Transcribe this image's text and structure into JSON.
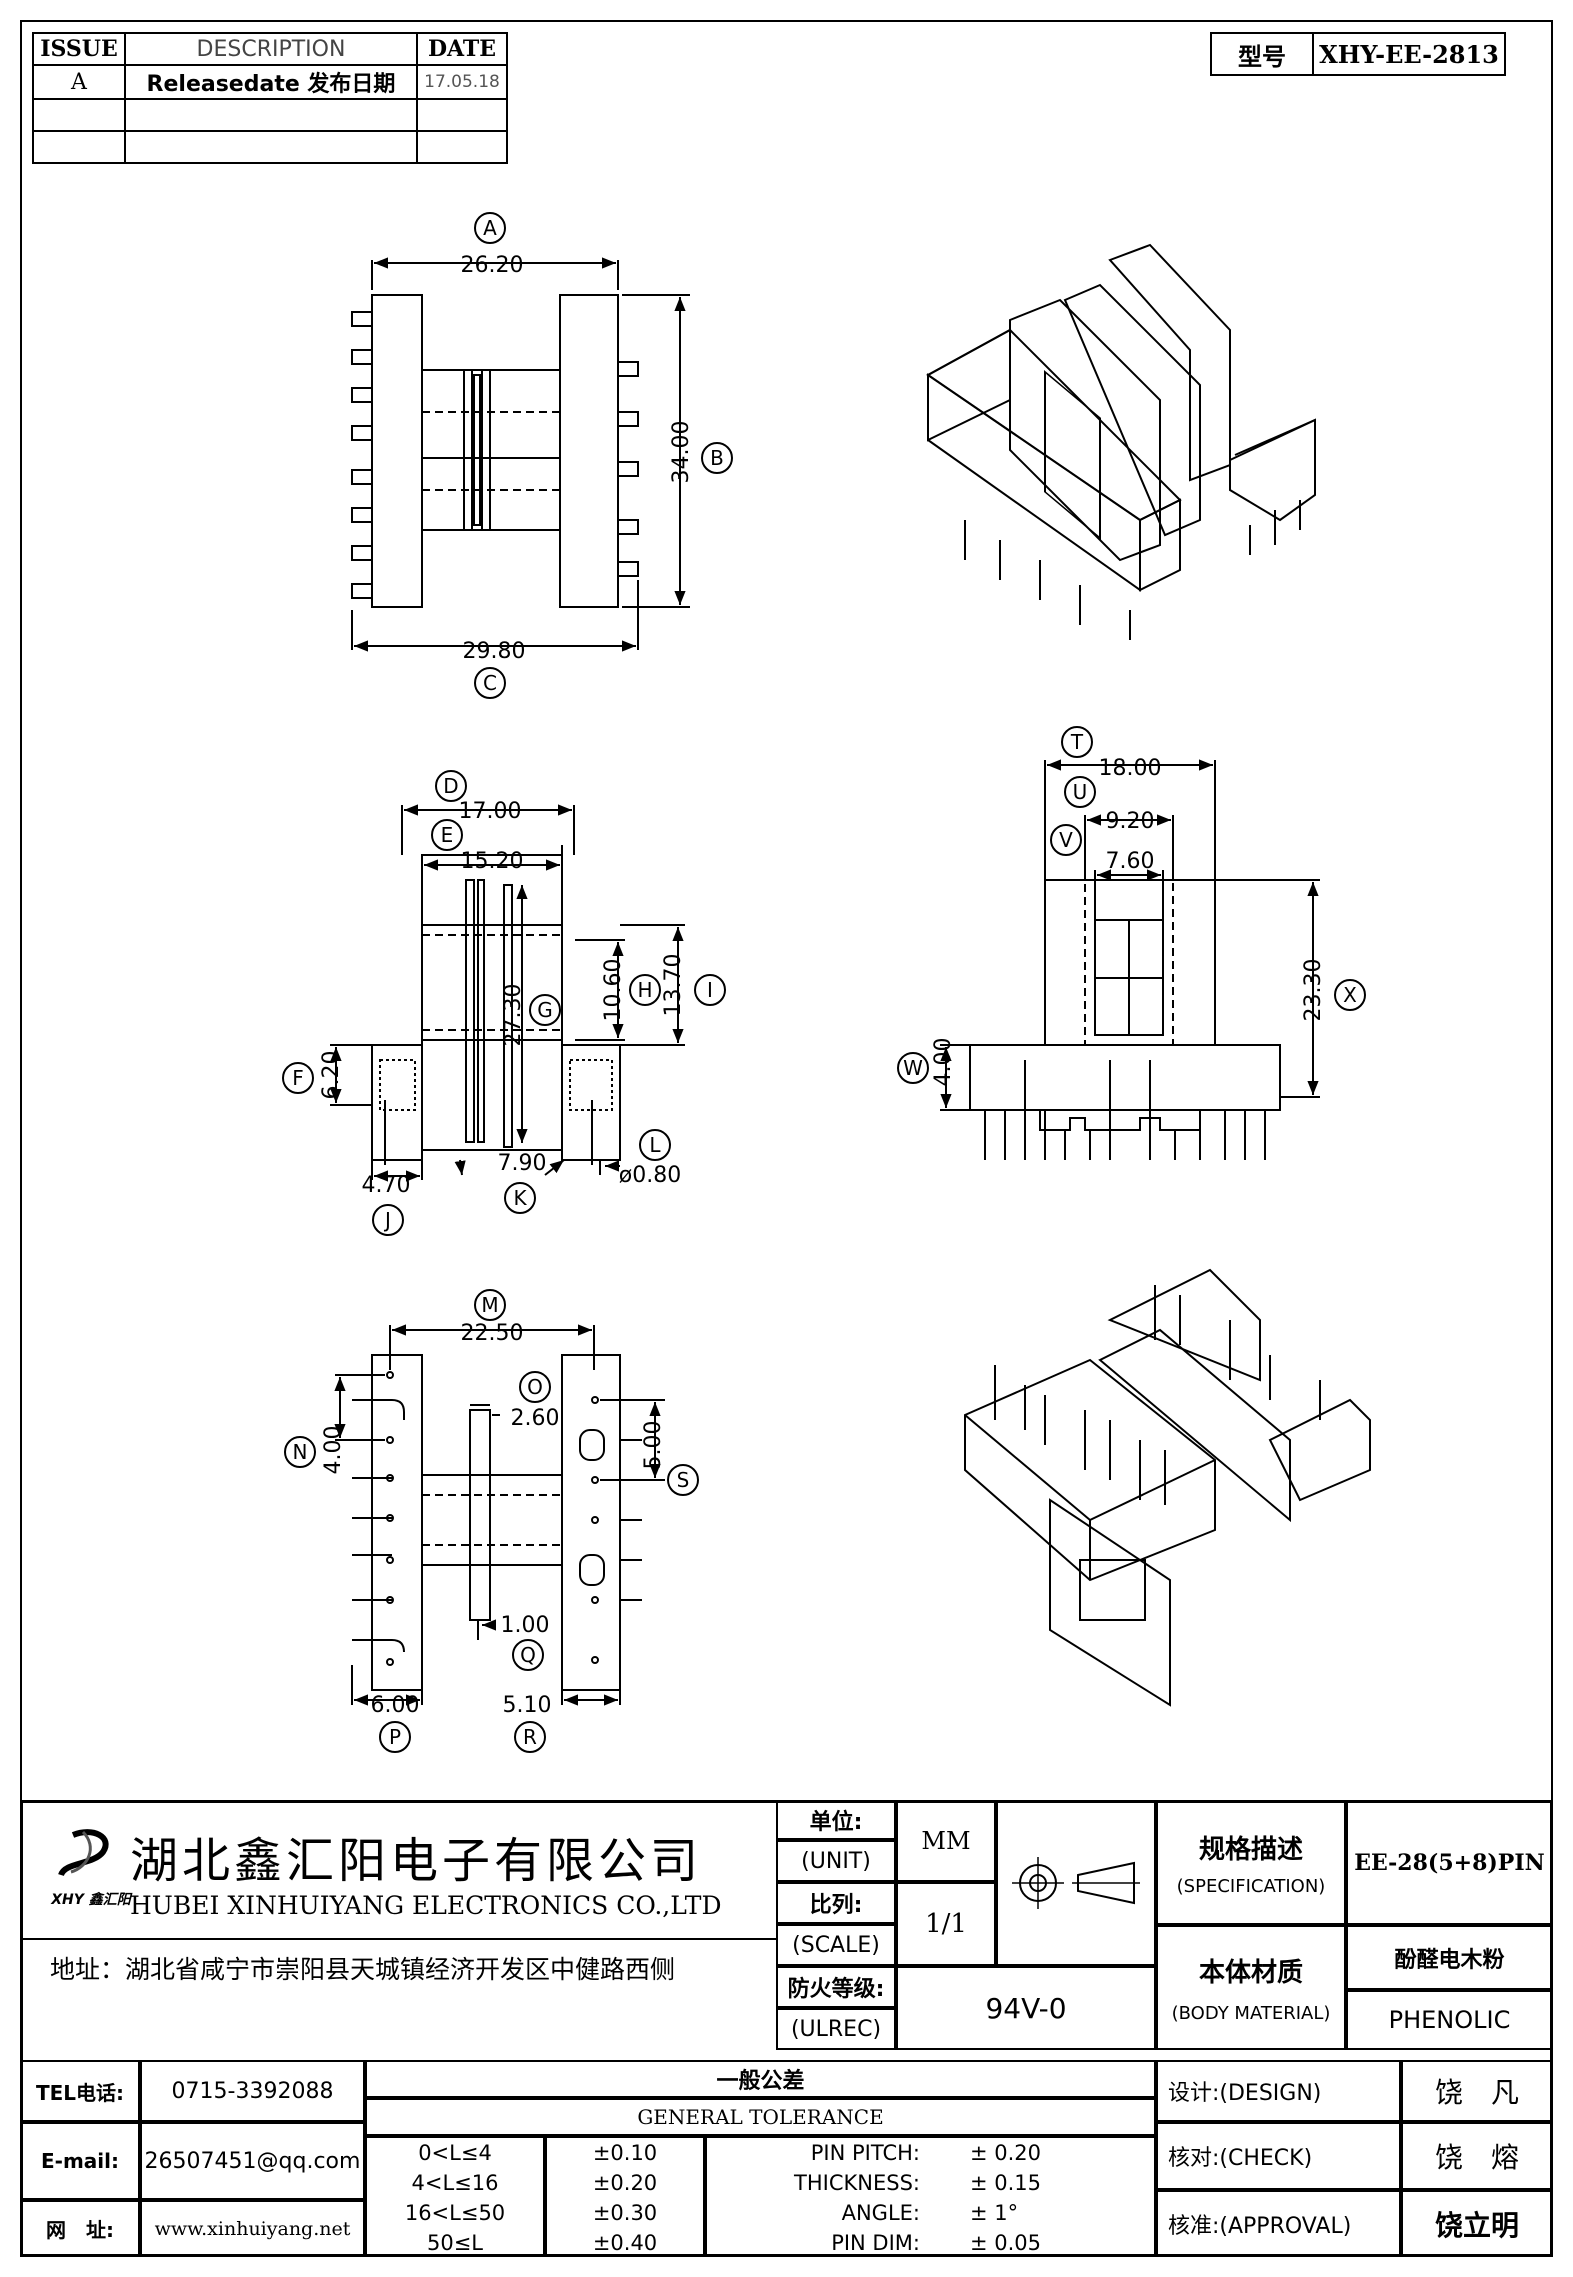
{
  "revision_table": {
    "headers": [
      "ISSUE",
      "DESCRIPTION",
      "DATE"
    ],
    "rows": [
      {
        "issue": "A",
        "description": "Releasedate 发布日期",
        "date": "17.05.18"
      },
      {
        "issue": "",
        "description": "",
        "date": ""
      },
      {
        "issue": "",
        "description": "",
        "date": ""
      }
    ]
  },
  "model": {
    "label": "型号",
    "value": "XHY-EE-2813"
  },
  "dimensions": {
    "A": "26.20",
    "B": "34.00",
    "C": "29.80",
    "D": "17.00",
    "E": "15.20",
    "F": "6.20",
    "G": "27.30",
    "H": "10.60",
    "I": "13.70",
    "J": "4.70",
    "K": "7.90",
    "L": "ø0.80",
    "T": "18.00",
    "U": "9.20",
    "V": "7.60",
    "W": "4.00",
    "X": "23.30",
    "M": "22.50",
    "N": "4.00",
    "O": "2.60",
    "P": "6.00",
    "Q": "1.00",
    "R": "5.10",
    "S": "5.00"
  },
  "title_block": {
    "company_cn": "湖北鑫汇阳电子有限公司",
    "company_en": "HUBEI XINHUIYANG ELECTRONICS CO.,LTD",
    "logo_text": "XHY 鑫汇阳",
    "address": "地址：湖北省咸宁市崇阳县天城镇经济开发区中健路西侧",
    "unit_label_cn": "单位:",
    "unit_label_en": "(UNIT)",
    "unit_value": "MM",
    "scale_label_cn": "比列:",
    "scale_label_en": "(SCALE)",
    "scale_value": "1/1",
    "fire_label_cn": "防火等级:",
    "fire_label_en": "(ULREC)",
    "fire_value": "94V-0",
    "spec_label_cn": "规格描述",
    "spec_label_en": "(SPECIFICATION)",
    "spec_value": "EE-28(5+8)PIN",
    "material_label_cn": "本体材质",
    "material_label_en": "(BODY MATERIAL)",
    "material_value_cn": "酚醛电木粉",
    "material_value_en": "PHENOLIC",
    "tel_label": "TEL电话:",
    "tel_value": "0715-3392088",
    "email_label": "E-mail:",
    "email_value": "26507451@qq.com",
    "web_label": "网　址:",
    "web_value": "www.xinhuiyang.net",
    "tolerance_title_cn": "一般公差",
    "tolerance_title_en": "GENERAL TOLERANCE",
    "tolerances": [
      {
        "range": "0<L≤4",
        "value": "±0.10",
        "item": "PIN PITCH:",
        "item_value": "± 0.20"
      },
      {
        "range": "4<L≤16",
        "value": "±0.20",
        "item": "THICKNESS:",
        "item_value": "± 0.15"
      },
      {
        "range": "16<L≤50",
        "value": "±0.30",
        "item": "ANGLE:",
        "item_value": "± 1°"
      },
      {
        "range": "50≤L",
        "value": "±0.40",
        "item": "PIN DIM:",
        "item_value": "± 0.05"
      }
    ],
    "design_label": "设计:(DESIGN)",
    "design_value": "饶　凡",
    "check_label": "核对:(CHECK)",
    "check_value": "饶　熔",
    "approval_label": "核准:(APPROVAL)",
    "approval_value": "饶立明"
  }
}
